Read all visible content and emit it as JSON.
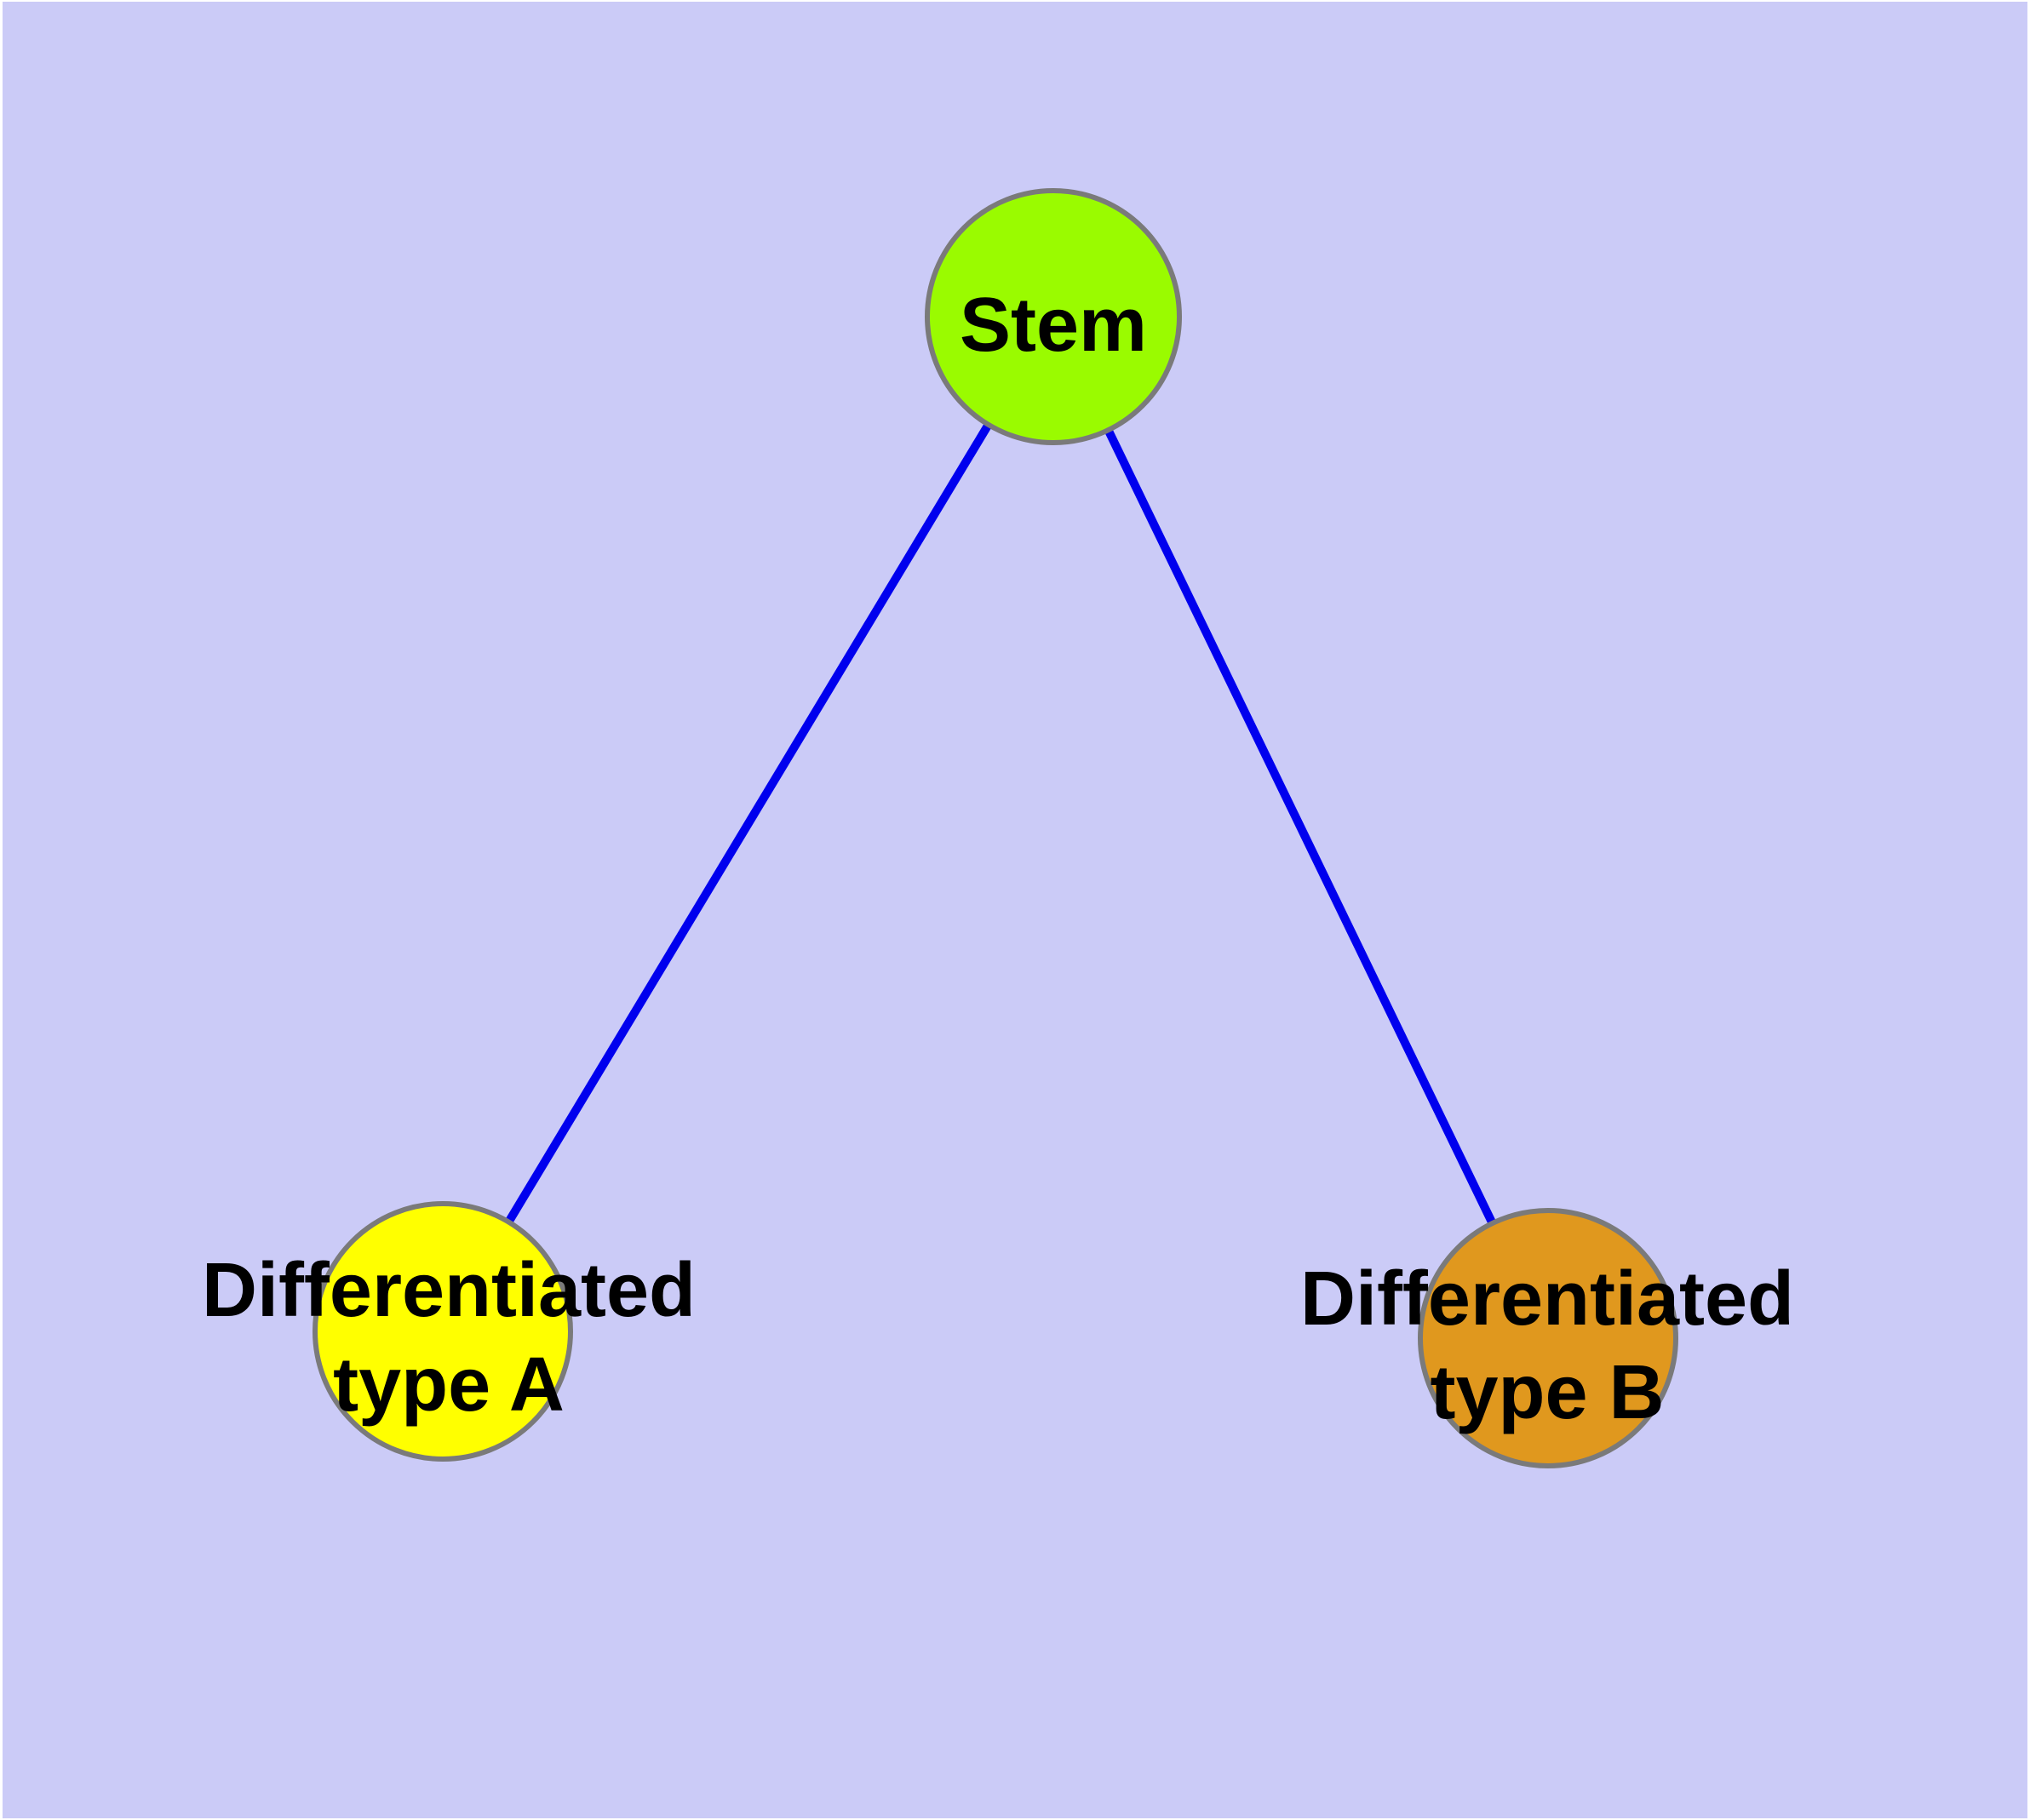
{
  "diagram": {
    "type": "node-link-graph",
    "background_color": "#CBCBF7",
    "page_border_color": "#FFFFFF",
    "edge": {
      "color": "#0000EE",
      "width": 10
    },
    "node_style": {
      "border_color": "#7A7A7A",
      "border_width": 6,
      "label_color": "#000000"
    },
    "nodes": [
      {
        "id": "stem",
        "label": "Stem",
        "fill": "#9AFB00"
      },
      {
        "id": "type-a",
        "label_line1": "Differentiated",
        "label_line2": "type A",
        "fill": "#FFFF00"
      },
      {
        "id": "type-b",
        "label_line1": "Differentiated",
        "label_line2": "type B",
        "fill": "#E0981E"
      }
    ],
    "edges": [
      {
        "from": "stem",
        "to": "type-a"
      },
      {
        "from": "stem",
        "to": "type-b"
      }
    ]
  }
}
